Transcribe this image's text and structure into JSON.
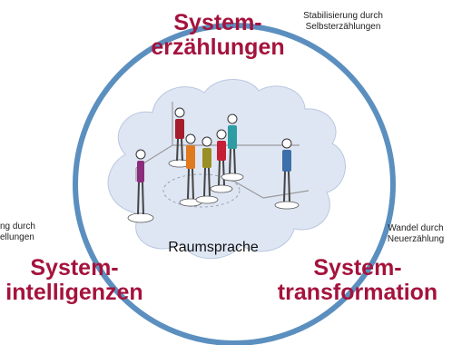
{
  "diagram": {
    "center_label": "Raumsprache",
    "top": {
      "title_line1": "System-",
      "title_line2": "erzählungen",
      "note_line1": "Stabilisierung durch",
      "note_line2": "Selbsterzählungen"
    },
    "left": {
      "title_line1": "System-",
      "title_line2": "intelligenzen",
      "note_line1": "ng durch",
      "note_line2": "ellungen"
    },
    "right": {
      "title_line1": "System-",
      "title_line2": "transformation",
      "note_line1": "Wandel durch",
      "note_line2": "Neuerzählung"
    },
    "colors": {
      "ring": "#5b8fbf",
      "title": "#a4133c",
      "cloud": "#dfe6f3"
    }
  }
}
